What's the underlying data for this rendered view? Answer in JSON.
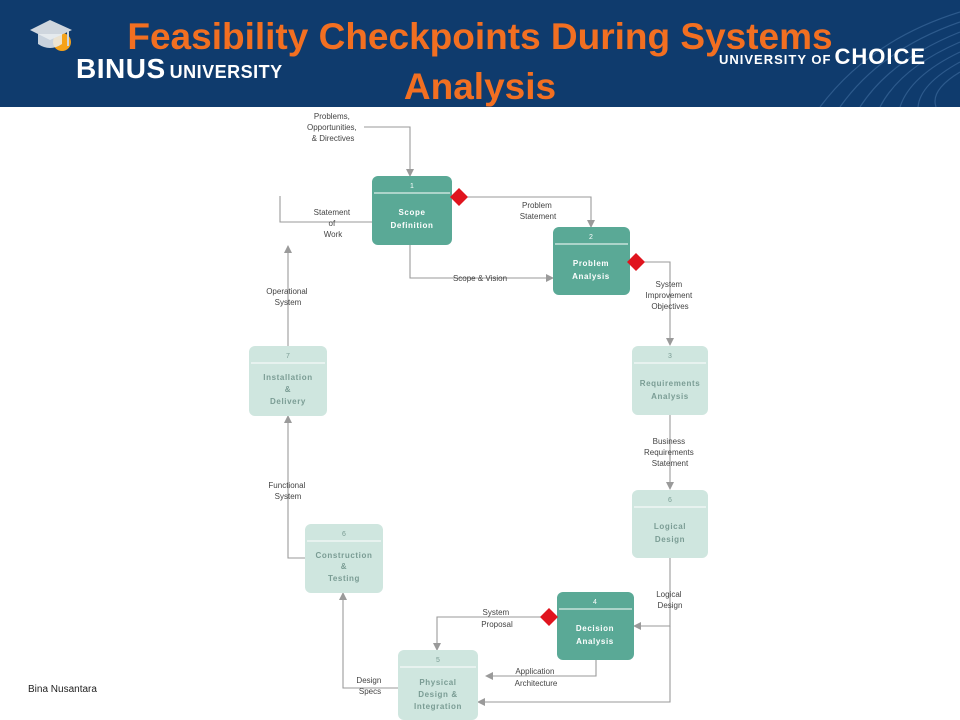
{
  "header": {
    "title_line1": "Feasibility Checkpoints During Systems",
    "title_line2": "Analysis",
    "brand_left_bold": "BINUS",
    "brand_left_rest": "UNIVERSITY",
    "brand_right_prefix": "UNIVERSITY OF",
    "brand_right_word": "CHOICE"
  },
  "footer": {
    "text": "Bina Nusantara"
  },
  "colors": {
    "header_bg": "#0f3b6d",
    "title": "#f26f21",
    "box_dark": "#5aa996",
    "box_light": "#cfe6df",
    "checkpoint": "#e0141e"
  },
  "phases": [
    {
      "num": "1",
      "line1": "Scope",
      "line2": "Definition",
      "line3": ""
    },
    {
      "num": "2",
      "line1": "Problem",
      "line2": "Analysis",
      "line3": ""
    },
    {
      "num": "3",
      "line1": "Requirements",
      "line2": "Analysis",
      "line3": ""
    },
    {
      "num": "6",
      "line1": "Logical",
      "line2": "Design",
      "line3": ""
    },
    {
      "num": "4",
      "line1": "Decision",
      "line2": "Analysis",
      "line3": ""
    },
    {
      "num": "5",
      "line1": "Physical",
      "line2": "Design &",
      "line3": "Integration"
    },
    {
      "num": "6",
      "line1": "Construction",
      "line2": "&",
      "line3": "Testing"
    },
    {
      "num": "7",
      "line1": "Installation",
      "line2": "&",
      "line3": "Delivery"
    }
  ],
  "flows": {
    "problems": [
      "Problems,",
      "Opportunities,",
      "& Directives"
    ],
    "statement_of_work": [
      "Statement",
      "of",
      "Work"
    ],
    "problem_statement": [
      "Problem",
      "Statement"
    ],
    "scope_vision": [
      "Scope & Vision"
    ],
    "improvement_objectives": [
      "System",
      "Improvement",
      "Objectives"
    ],
    "business_requirements": [
      "Business",
      "Requirements",
      "Statement"
    ],
    "logical_design": [
      "Logical",
      "Design"
    ],
    "system_proposal": [
      "System",
      "Proposal"
    ],
    "application_architecture": [
      "Application",
      "Architecture"
    ],
    "design_specs": [
      "Design",
      "Specs"
    ],
    "functional_system": [
      "Functional",
      "System"
    ],
    "operational_system": [
      "Operational",
      "System"
    ]
  }
}
